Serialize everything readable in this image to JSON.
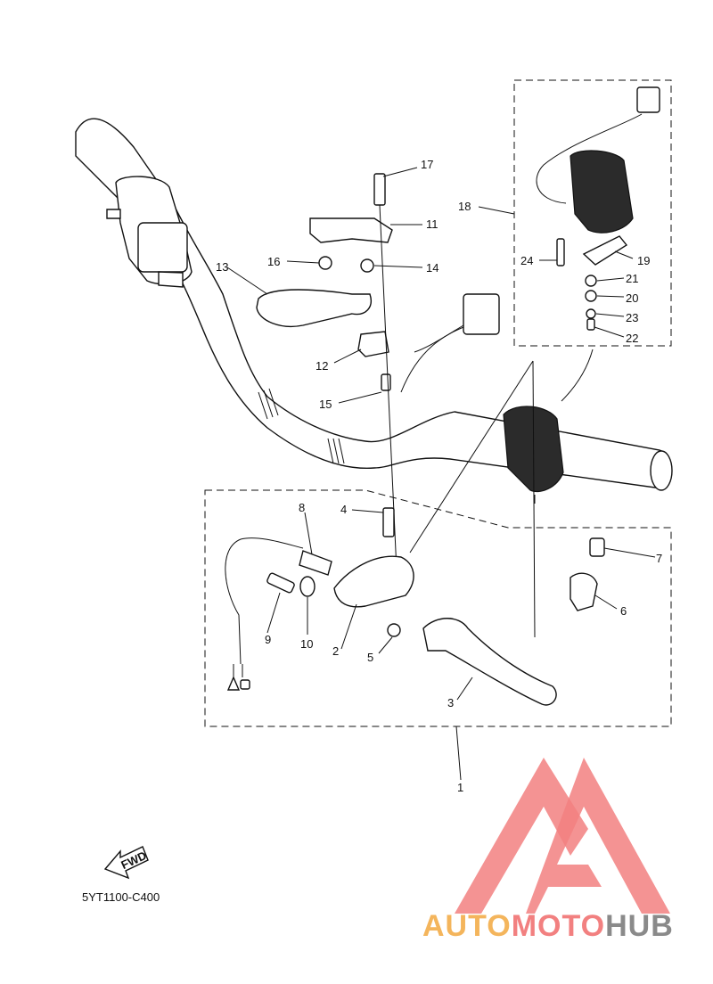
{
  "diagram_code": "5YT1100-C400",
  "fwd_label": "FWD",
  "watermark": {
    "part1": "AUTO",
    "part2": "MOTO",
    "part3": "HUB"
  },
  "colors": {
    "line": "#111111",
    "watermark_red": "#f28080",
    "watermark_orange": "#f4b55c",
    "watermark_gray": "#8a8a8a"
  },
  "callouts": [
    "1",
    "2",
    "3",
    "4",
    "5",
    "6",
    "7",
    "8",
    "9",
    "10",
    "11",
    "12",
    "13",
    "14",
    "15",
    "16",
    "17",
    "18",
    "19",
    "20",
    "21",
    "22",
    "23",
    "24"
  ]
}
